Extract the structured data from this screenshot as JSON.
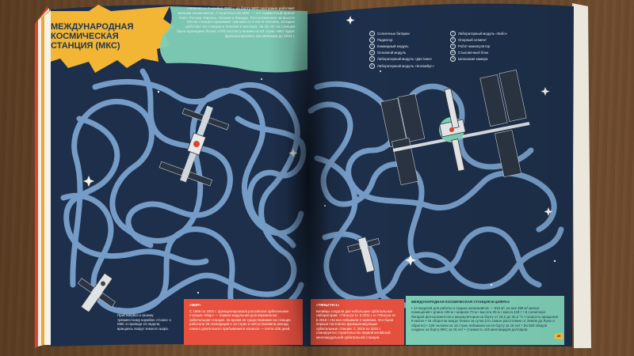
{
  "left_page": {
    "title": "Международная космическая станция (МКС)",
    "intro": "Начиная со 2 ноября 2000 г. на борту МКС постоянно работают экипажи космонавтов. Строительство МКС — это совместный проект США, России, Европы, Японии и Канады. Расположенная на высоте 400 км станция принимает экипажи из 3 или 6 человек, которые работают на станции в течение 6 месяцев. За 15 лет на станции было проведено более 1700 опытов учёными из 83 стран. МКС будет функционировать как минимум до 2024 г.",
    "caption": "Пристыкуйся к своему трёхместному кораблю «Союз» к МКС и проведи 24 недели, вращаясь вокруг земного шара.",
    "red_box": {
      "heading": "«МИР»",
      "text": "С 1986 по 2001 г. функционировала российская орбитальная станция «Мир» — первая модульная долговременная орбитальная станция. За время её существования на станции работали 28 экспедиций и 12 стран в ней установили рекорд самого длительного пребывания в космосе — почти 438 дней."
    }
  },
  "right_page": {
    "legend": [
      {
        "num": "1",
        "label": "Солнечные батареи"
      },
      {
        "num": "2",
        "label": "Радиатор"
      },
      {
        "num": "3",
        "label": "Командный модуль"
      },
      {
        "num": "4",
        "label": "Основной модуль"
      },
      {
        "num": "5",
        "label": "Лабораторный модуль «Дестини»"
      },
      {
        "num": "6",
        "label": "Лабораторный модуль «Коламбус»"
      },
      {
        "num": "7",
        "label": "Лабораторный модуль «Кибо»"
      },
      {
        "num": "8",
        "label": "Опорный сегмент"
      },
      {
        "num": "9",
        "label": "Робот-манипулятор"
      },
      {
        "num": "10",
        "label": "Стыковочный блок"
      },
      {
        "num": "11",
        "label": "Шлюзовая камера"
      }
    ],
    "red_box": {
      "heading": "«ТЯНЬГУН-1»",
      "text": "Китайцы создали две небольшие орбитальные лаборатории. «Тяньгун-1» в 2011 г. и «Тяньгун-2» в 2016 г. На них побывали 2 экипажа. Это были первые постоянно функционирующие орбитальные станции. С 2019 по 2022 г. планируется строительство первой китайской многомодульной орбитальной станции."
    },
    "stats_box": {
      "heading": "Международная космическая станция в цифрах",
      "text": "• 12 модулей для работы и отдыха космонавтов — 916 м³, из них 388 м³ жилых помещений • длина 109 м • ширина 73 м • высота 20 м • масса 419 т • 8 солнечных батарей фотоэлементов и аккумуляторов на борту от 18,2 до 32,2 °С • скорость вращения 8 км/сек • 16 оборотов вокруг Земли за сутки (это самое расстояние от Земли до Луны и обратно) • 229 человек из 18 стран побывали на её борту за 15 лет • За 500 обедов создано на борту МКС за 15 лет • стоимость 115 миллиардов долларов."
    },
    "page_number": "25"
  },
  "colors": {
    "space": "#1d2f4a",
    "path": "#7fa8d4",
    "title_banner": "#f2b534",
    "teal": "#7fcfb6",
    "red_box": "#e8513f",
    "stats_box": "#7fcfb6"
  }
}
